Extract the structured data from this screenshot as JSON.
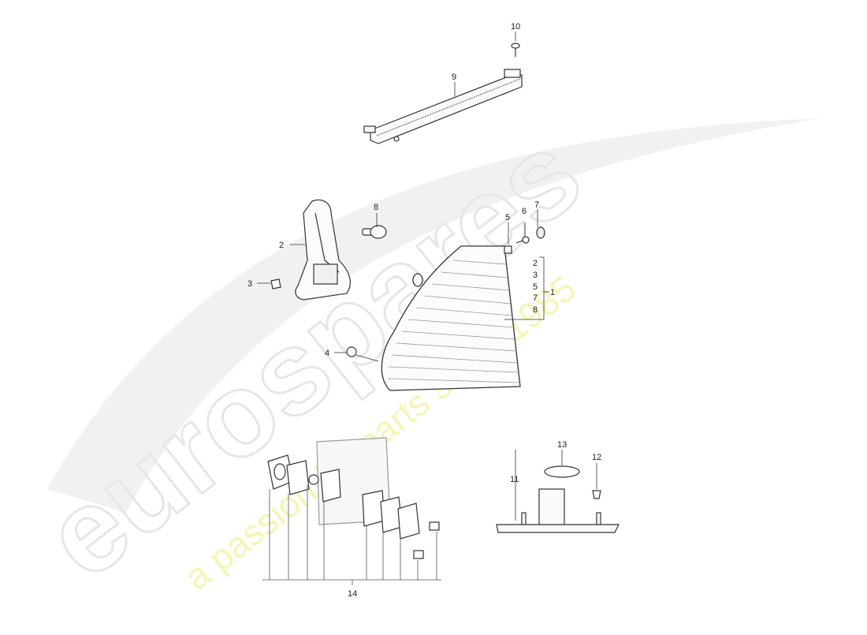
{
  "diagram": {
    "type": "exploded parts diagram",
    "subject": "lighting components (side marker / indicator, license plate light)",
    "watermark": {
      "brand": "eurospares",
      "tagline": "a passion for parts since 1985"
    },
    "callouts": [
      {
        "id": "1",
        "label": "1",
        "note": "assembly of 2, 3, 5, 7, 8"
      },
      {
        "id": "2",
        "label": "2"
      },
      {
        "id": "3",
        "label": "3"
      },
      {
        "id": "4",
        "label": "4"
      },
      {
        "id": "5",
        "label": "5"
      },
      {
        "id": "6",
        "label": "6"
      },
      {
        "id": "7",
        "label": "7"
      },
      {
        "id": "8",
        "label": "8"
      },
      {
        "id": "9",
        "label": "9"
      },
      {
        "id": "10",
        "label": "10"
      },
      {
        "id": "11",
        "label": "11"
      },
      {
        "id": "12",
        "label": "12"
      },
      {
        "id": "13",
        "label": "13"
      },
      {
        "id": "14",
        "label": "14"
      }
    ],
    "assembly_bracket": {
      "parent": "1",
      "children": [
        "2",
        "3",
        "5",
        "7",
        "8"
      ]
    }
  }
}
